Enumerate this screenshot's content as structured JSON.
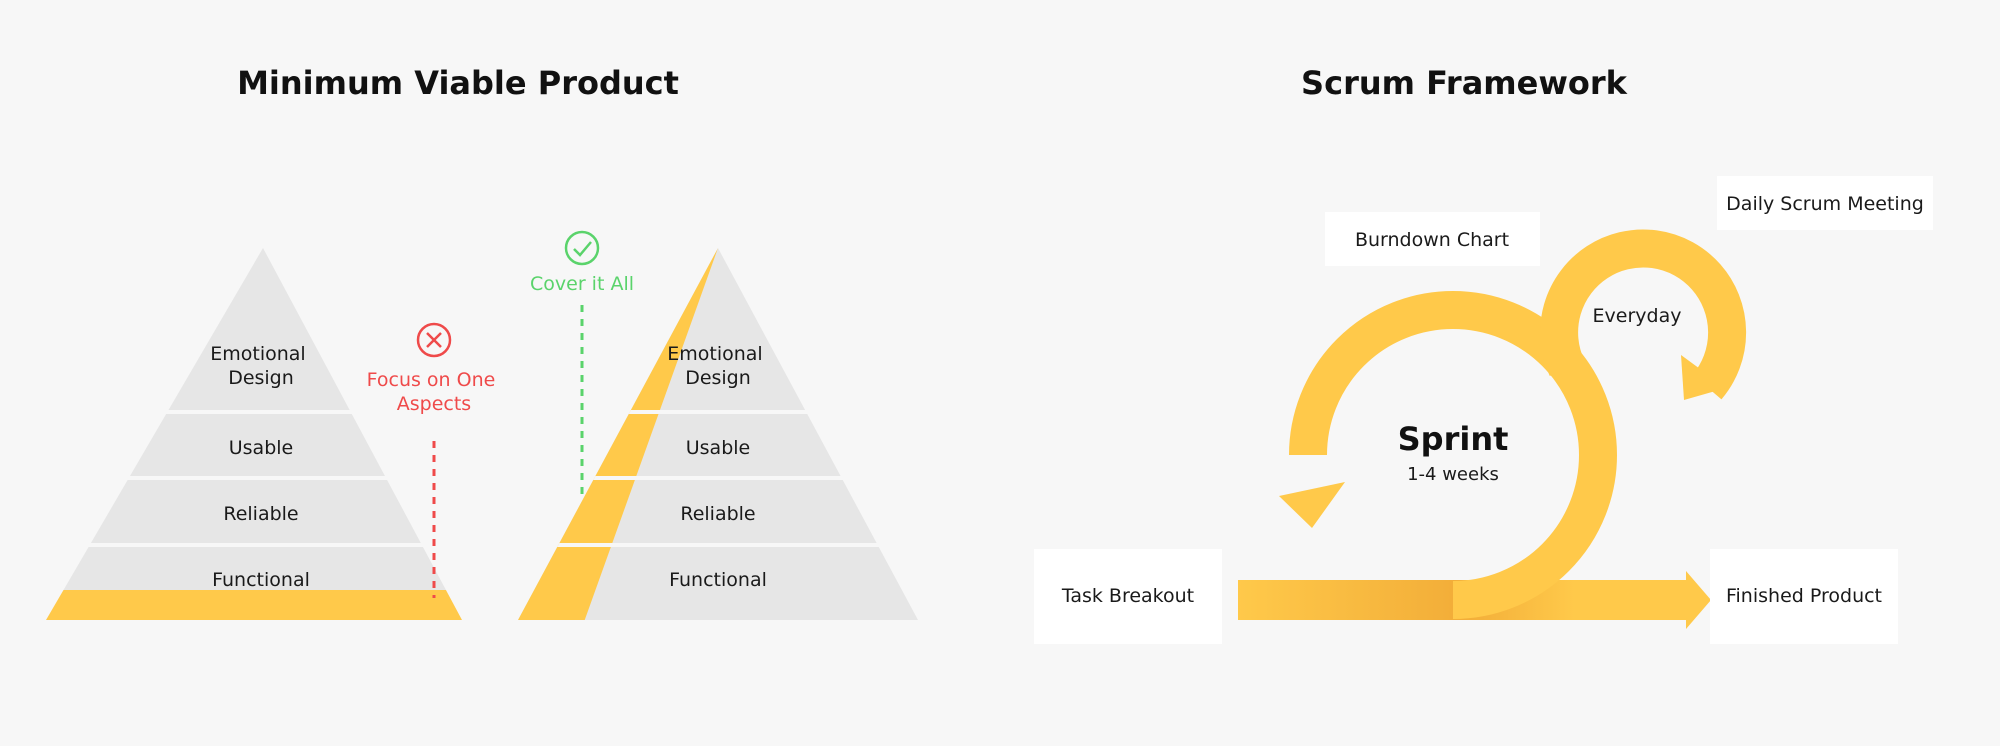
{
  "left": {
    "title": "Minimum Viable Product",
    "pyramid_left": {
      "layers": [
        "Emotional\nDesign",
        "Usable",
        "Reliable",
        "Functional"
      ]
    },
    "focus": {
      "label": "Focus on One\nAspects",
      "icon": "x-circle-icon",
      "color": "#ef4a4a"
    },
    "pyramid_right": {
      "layers": [
        "Emotional\nDesign",
        "Usable",
        "Reliable",
        "Functional"
      ]
    },
    "cover": {
      "label": "Cover it All",
      "icon": "check-circle-icon",
      "color": "#5ad36b"
    }
  },
  "right": {
    "title": "Scrum Framework",
    "sprint": {
      "label": "Sprint",
      "sublabel": "1-4 weeks"
    },
    "everyday": "Everyday",
    "boxes": {
      "burndown": "Burndown Chart",
      "daily": "Daily Scrum Meeting",
      "task": "Task Breakout",
      "finished": "Finished Product"
    }
  },
  "colors": {
    "accent": "#ffc94a",
    "accent_dark": "#f2ad38",
    "layer": "#e6e6e6",
    "background": "#f7f7f7"
  }
}
